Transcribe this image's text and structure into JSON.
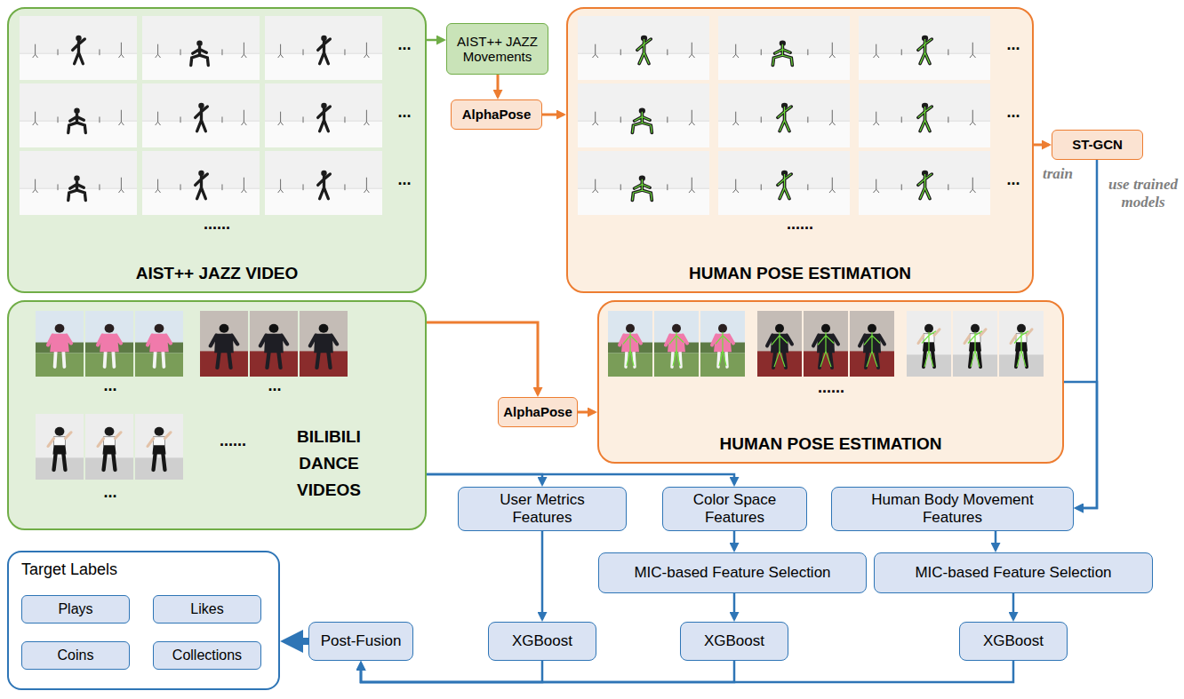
{
  "diagram": {
    "nodes": [
      {
        "text": [
          "AIST++ JAZZ VIDEO"
        ]
      },
      {
        "text": [
          "AIST++ JAZZ Movements"
        ]
      },
      {
        "text": [
          "AlphaPose"
        ]
      },
      {
        "text": [
          "HUMAN POSE ESTIMATION"
        ]
      },
      {
        "text": [
          "ST-GCN"
        ]
      },
      {
        "text": [
          "BILIBILI DANCE VIDEOS"
        ]
      },
      {
        "text": [
          "AlphaPose"
        ]
      },
      {
        "text": [
          "HUMAN POSE ESTIMATION"
        ]
      },
      {
        "text": [
          "User Metrics Features"
        ]
      },
      {
        "text": [
          "Color Space Features"
        ]
      },
      {
        "text": [
          "Human Body Movement Features"
        ]
      },
      {
        "text": [
          "MIC-based Feature Selection"
        ]
      },
      {
        "text": [
          "MIC-based Feature Selection"
        ]
      },
      {
        "text": [
          "Target Labels"
        ]
      },
      {
        "text": [
          "Plays"
        ],
        "in": 13
      },
      {
        "text": [
          "Likes"
        ],
        "in": 13
      },
      {
        "text": [
          "Coins"
        ],
        "in": 13
      },
      {
        "text": [
          "Collections"
        ],
        "in": 13
      },
      {
        "text": [
          "Post-Fusion"
        ]
      },
      {
        "text": [
          "XGBoost"
        ]
      },
      {
        "text": [
          "XGBoost"
        ]
      },
      {
        "text": [
          "XGBoost"
        ]
      }
    ],
    "edges": [
      {
        "from": 0,
        "to": 1,
        "arrow": "to"
      },
      {
        "from": 1,
        "to": 2,
        "arrow": "to"
      },
      {
        "from": 2,
        "to": 3,
        "arrow": "to"
      },
      {
        "from": 3,
        "to": 4,
        "label": "train",
        "arrow": "to"
      },
      {
        "from": 4,
        "to": 10,
        "label": "use trained models",
        "arrow": "to"
      },
      {
        "from": 5,
        "to": 6,
        "arrow": "to"
      },
      {
        "from": 6,
        "to": 7,
        "arrow": "to"
      },
      {
        "from": 7,
        "to": 10,
        "arrow": "to"
      },
      {
        "from": 5,
        "to": 8,
        "arrow": "to"
      },
      {
        "from": 5,
        "to": 9,
        "arrow": "to"
      },
      {
        "from": 8,
        "to": 19,
        "arrow": "to"
      },
      {
        "from": 9,
        "to": 11,
        "arrow": "to"
      },
      {
        "from": 10,
        "to": 12,
        "arrow": "to"
      },
      {
        "from": 11,
        "to": 20,
        "arrow": "to"
      },
      {
        "from": 12,
        "to": 21,
        "arrow": "to"
      },
      {
        "from": 19,
        "to": 18,
        "arrow": "to"
      },
      {
        "from": 20,
        "to": 18,
        "arrow": "to"
      },
      {
        "from": 21,
        "to": 18,
        "arrow": "to"
      },
      {
        "from": 18,
        "to": 13,
        "arrow": "to"
      }
    ],
    "labels": [
      "...",
      "...",
      "...",
      "......",
      "...",
      "...",
      "...",
      "......",
      "...",
      "...",
      "......",
      "...",
      "......"
    ]
  }
}
